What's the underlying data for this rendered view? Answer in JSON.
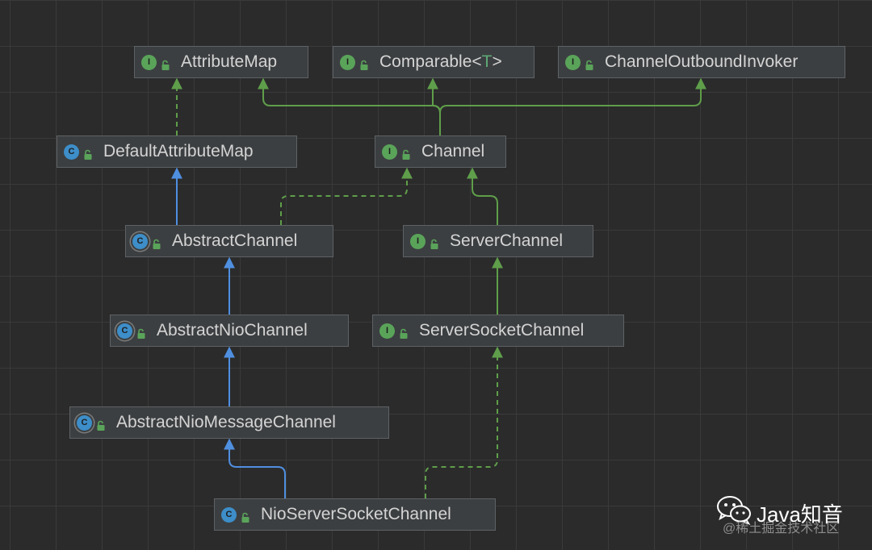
{
  "diagram": {
    "nodes": [
      {
        "id": "attribute-map",
        "label": "AttributeMap",
        "kind": "interface"
      },
      {
        "id": "comparable",
        "label": "Comparable<",
        "type_param": "T",
        "suffix": ">",
        "kind": "interface"
      },
      {
        "id": "channel-outbound-invoker",
        "label": "ChannelOutboundInvoker",
        "kind": "interface"
      },
      {
        "id": "default-attribute-map",
        "label": "DefaultAttributeMap",
        "kind": "class"
      },
      {
        "id": "channel",
        "label": "Channel",
        "kind": "interface"
      },
      {
        "id": "abstract-channel",
        "label": "AbstractChannel",
        "kind": "abstract-class"
      },
      {
        "id": "server-channel",
        "label": "ServerChannel",
        "kind": "interface"
      },
      {
        "id": "abstract-nio-channel",
        "label": "AbstractNioChannel",
        "kind": "abstract-class"
      },
      {
        "id": "server-socket-channel",
        "label": "ServerSocketChannel",
        "kind": "interface"
      },
      {
        "id": "abstract-nio-message-channel",
        "label": "AbstractNioMessageChannel",
        "kind": "abstract-class"
      },
      {
        "id": "nio-server-socket-channel",
        "label": "NioServerSocketChannel",
        "kind": "class"
      }
    ],
    "edges": [
      {
        "from": "default-attribute-map",
        "to": "attribute-map",
        "relation": "implements"
      },
      {
        "from": "channel",
        "to": "attribute-map",
        "relation": "extends-interface"
      },
      {
        "from": "channel",
        "to": "comparable",
        "relation": "extends-interface"
      },
      {
        "from": "channel",
        "to": "channel-outbound-invoker",
        "relation": "extends-interface"
      },
      {
        "from": "abstract-channel",
        "to": "default-attribute-map",
        "relation": "extends"
      },
      {
        "from": "abstract-channel",
        "to": "channel",
        "relation": "implements"
      },
      {
        "from": "server-channel",
        "to": "channel",
        "relation": "extends-interface"
      },
      {
        "from": "abstract-nio-channel",
        "to": "abstract-channel",
        "relation": "extends"
      },
      {
        "from": "server-socket-channel",
        "to": "server-channel",
        "relation": "extends-interface"
      },
      {
        "from": "abstract-nio-message-channel",
        "to": "abstract-nio-channel",
        "relation": "extends"
      },
      {
        "from": "nio-server-socket-channel",
        "to": "abstract-nio-message-channel",
        "relation": "extends"
      },
      {
        "from": "nio-server-socket-channel",
        "to": "server-socket-channel",
        "relation": "implements"
      }
    ],
    "icon_letters": {
      "interface": "I",
      "class": "C"
    },
    "colors": {
      "background": "#2b2b2b",
      "interface_icon": "#5aa45a",
      "class_icon": "#3d8ec9",
      "class_extends_edge": "#4f8fe0",
      "interface_edge": "#5f9e4a",
      "lock_icon": "#5aa45a"
    }
  },
  "watermark": {
    "title": "Java知音",
    "subtitle": "@稀土掘金技术社区",
    "icon": "wechat-icon"
  }
}
